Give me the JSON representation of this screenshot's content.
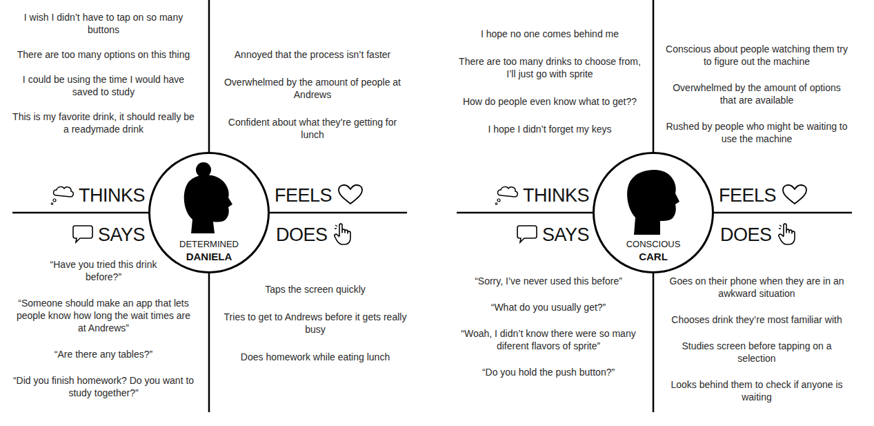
{
  "diagram": {
    "nodes": [
      {
        "text": [
          "DETERMINED",
          "DANIELA"
        ]
      },
      {
        "text": [
          "CONSCIOUS",
          "CARL"
        ]
      }
    ],
    "labels": [
      "I wish I didn’t have to tap on so many buttons",
      "There are too many options on this thing",
      "I could be using the time I would have saved to study",
      "This is my favorite drink, it should really be a readymade drink",
      "Annoyed that the process isn’t faster",
      "Overwhelmed by the amount of people at Andrews",
      "Confident about what they’re getting for lunch",
      "THINKS",
      "FEELS",
      "SAYS",
      "DOES",
      "“Have you tried this drink before?”",
      "“Someone should make an app that lets people know how long the wait times are at Andrews”",
      "“Are there any tables?”",
      "“Did you finish homework? Do you want to study together?”",
      "Taps the screen quickly",
      "Tries to get to Andrews before it gets really busy",
      "Does homework while eating lunch",
      "I hope no one comes behind me",
      "There are too many drinks to choose from, I’ll just go with sprite",
      "How do people even know what to get??",
      "I hope I didn’t forget my keys",
      "Conscious about people watching them try to figure out the machine",
      "Overwhelmed by the amount of options that are available",
      "Rushed by people who might be waiting to use the machine",
      "THINKS",
      "FEELS",
      "SAYS",
      "DOES",
      "“Sorry, I’ve never used this before”",
      "“What do you usually get?”",
      "“Woah, I didn’t know there were so many diferent flavors of sprite”",
      "“Do you hold the push button?”",
      "Goes on their phone when they are in an awkward situation",
      "Chooses drink they’re most familiar with",
      "Studies screen before tapping on a selection",
      "Looks behind them to check if anyone is waiting"
    ]
  }
}
